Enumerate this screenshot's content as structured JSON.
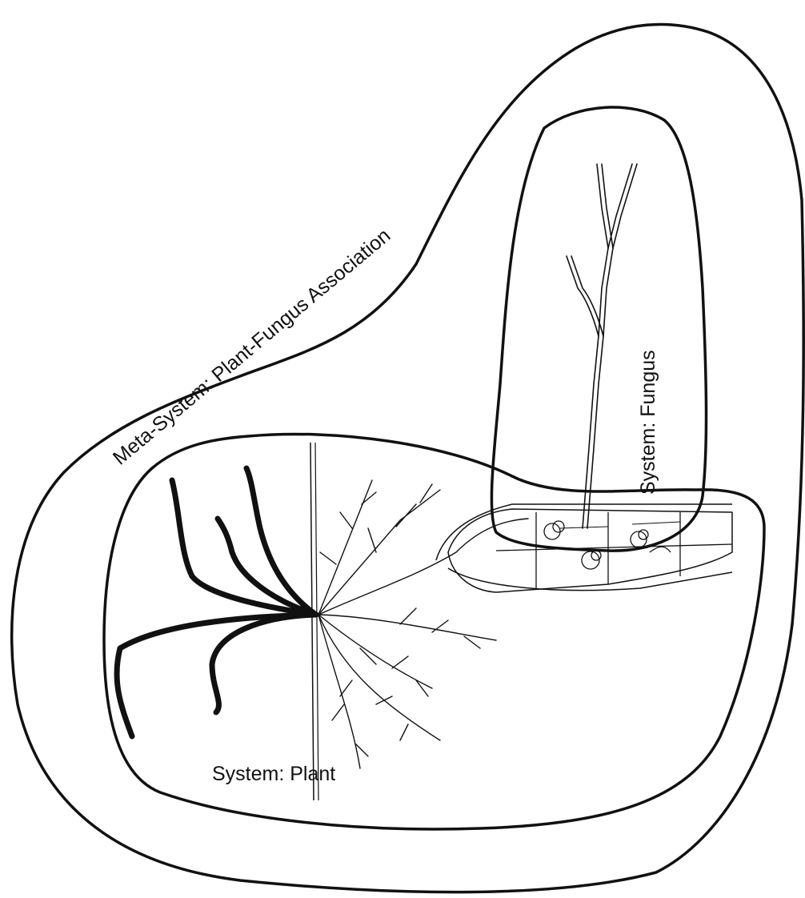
{
  "labels": {
    "meta_system": "Meta-System: Plant-Fungus Association",
    "fungus_system": "System: Fungus",
    "plant_system": "System: Plant"
  }
}
